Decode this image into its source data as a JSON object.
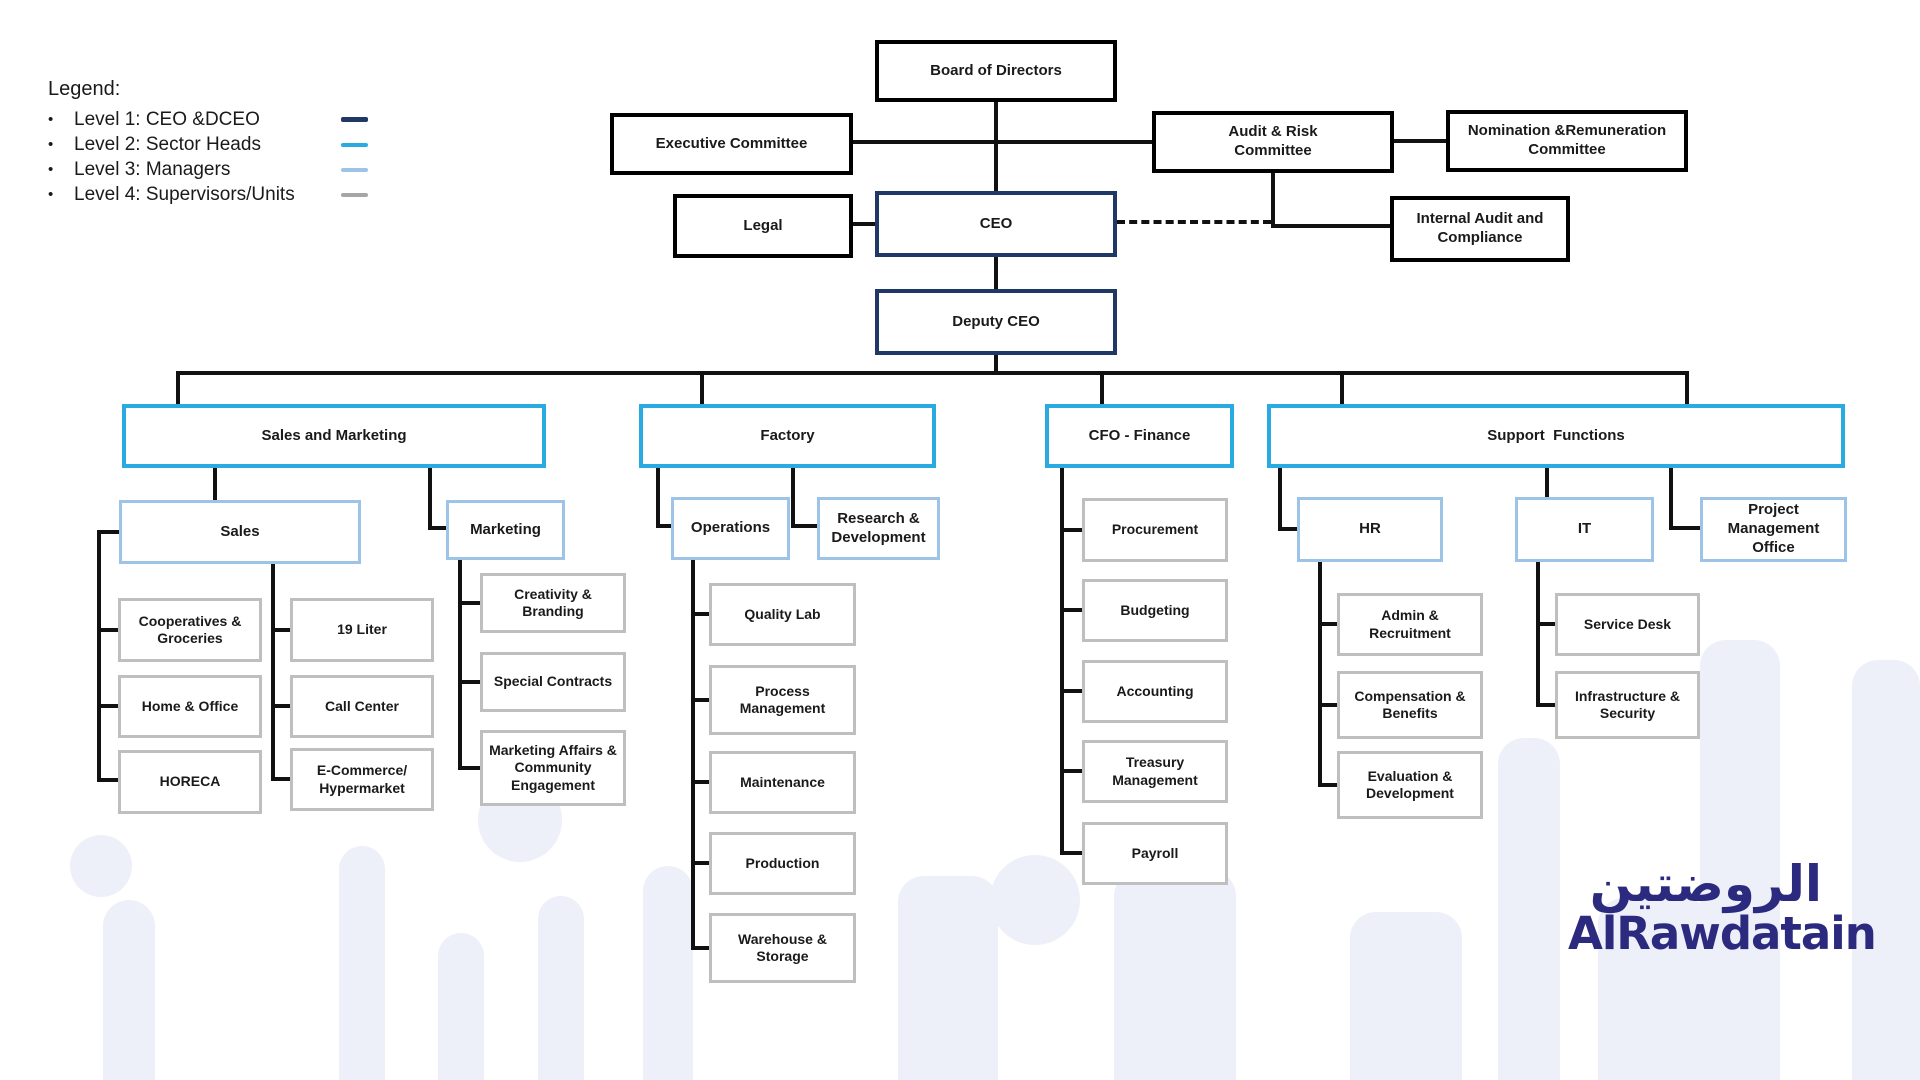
{
  "legend": {
    "title": "Legend:",
    "items": [
      {
        "label": "Level 1: CEO &DCEO",
        "color": "#1f3864"
      },
      {
        "label": "Level 2: Sector Heads",
        "color": "#29abe2"
      },
      {
        "label": "Level 3: Managers",
        "color": "#9dc3e6"
      },
      {
        "label": "Level 4: Supervisors/Units",
        "color": "#a6a6a6"
      }
    ]
  },
  "logo": {
    "arabic": "الروضتين",
    "latin": "AlRawdatain",
    "color": "#2b2a7e"
  },
  "level_colors": {
    "committees": "#000000",
    "level1": "#1f3864",
    "level2": "#29abe2",
    "level3": "#9dc3e6",
    "level4": "#bfbfbf"
  },
  "org": {
    "nodes": [
      {
        "id": "board",
        "label": "Board of Directors",
        "level": 0,
        "parent": null
      },
      {
        "id": "exec",
        "label": "Executive Committee",
        "level": 0,
        "parent": "board"
      },
      {
        "id": "audit",
        "label": "Audit & Risk\nCommittee",
        "level": 0,
        "parent": "board"
      },
      {
        "id": "nomination",
        "label": "Nomination &Remuneration\nCommittee",
        "level": 0,
        "parent": "audit"
      },
      {
        "id": "legal",
        "label": "Legal",
        "level": 0,
        "parent": "ceo"
      },
      {
        "id": "internal_audit",
        "label": "Internal Audit and\nCompliance",
        "level": 0,
        "parent": "audit"
      },
      {
        "id": "ceo",
        "label": "CEO",
        "level": 1,
        "parent": "board"
      },
      {
        "id": "dceo",
        "label": "Deputy CEO",
        "level": 1,
        "parent": "ceo"
      },
      {
        "id": "snm",
        "label": "Sales and Marketing",
        "level": 2,
        "parent": "dceo"
      },
      {
        "id": "factory",
        "label": "Factory",
        "level": 2,
        "parent": "dceo"
      },
      {
        "id": "cfo",
        "label": "CFO - Finance",
        "level": 2,
        "parent": "dceo"
      },
      {
        "id": "support",
        "label": "Support  Functions",
        "level": 2,
        "parent": "dceo"
      },
      {
        "id": "sales",
        "label": "Sales",
        "level": 3,
        "parent": "snm"
      },
      {
        "id": "marketing",
        "label": "Marketing",
        "level": 3,
        "parent": "snm"
      },
      {
        "id": "operations",
        "label": "Operations",
        "level": 3,
        "parent": "factory"
      },
      {
        "id": "rnd",
        "label": "Research &\nDevelopment",
        "level": 3,
        "parent": "factory"
      },
      {
        "id": "hr",
        "label": "HR",
        "level": 3,
        "parent": "support"
      },
      {
        "id": "it",
        "label": "IT",
        "level": 3,
        "parent": "support"
      },
      {
        "id": "pmo",
        "label": "Project Management\nOffice",
        "level": 3,
        "parent": "support"
      },
      {
        "id": "coop",
        "label": "Cooperatives &\nGroceries",
        "level": 4,
        "parent": "sales"
      },
      {
        "id": "home",
        "label": "Home & Office",
        "level": 4,
        "parent": "sales"
      },
      {
        "id": "horeca",
        "label": "HORECA",
        "level": 4,
        "parent": "sales"
      },
      {
        "id": "liter",
        "label": "19 Liter",
        "level": 4,
        "parent": "sales"
      },
      {
        "id": "callcenter",
        "label": "Call Center",
        "level": 4,
        "parent": "sales"
      },
      {
        "id": "ecom",
        "label": "E-Commerce/\nHypermarket",
        "level": 4,
        "parent": "sales"
      },
      {
        "id": "creativity",
        "label": "Creativity & Branding",
        "level": 4,
        "parent": "marketing"
      },
      {
        "id": "contracts",
        "label": "Special Contracts",
        "level": 4,
        "parent": "marketing"
      },
      {
        "id": "affairs",
        "label": "Marketing Affairs &\nCommunity\nEngagement",
        "level": 4,
        "parent": "marketing"
      },
      {
        "id": "quality",
        "label": "Quality Lab",
        "level": 4,
        "parent": "operations"
      },
      {
        "id": "process",
        "label": "Process\nManagement",
        "level": 4,
        "parent": "operations"
      },
      {
        "id": "maintenance",
        "label": "Maintenance",
        "level": 4,
        "parent": "operations"
      },
      {
        "id": "production",
        "label": "Production",
        "level": 4,
        "parent": "operations"
      },
      {
        "id": "warehouse",
        "label": "Warehouse &\nStorage",
        "level": 4,
        "parent": "operations"
      },
      {
        "id": "procurement",
        "label": "Procurement",
        "level": 4,
        "parent": "cfo"
      },
      {
        "id": "budgeting",
        "label": "Budgeting",
        "level": 4,
        "parent": "cfo"
      },
      {
        "id": "accounting",
        "label": "Accounting",
        "level": 4,
        "parent": "cfo"
      },
      {
        "id": "treasury",
        "label": "Treasury Management",
        "level": 4,
        "parent": "cfo"
      },
      {
        "id": "payroll",
        "label": "Payroll",
        "level": 4,
        "parent": "cfo"
      },
      {
        "id": "admin",
        "label": "Admin & Recruitment",
        "level": 4,
        "parent": "hr"
      },
      {
        "id": "comp",
        "label": "Compensation &\nBenefits",
        "level": 4,
        "parent": "hr"
      },
      {
        "id": "eval",
        "label": "Evaluation &\nDevelopment",
        "level": 4,
        "parent": "hr"
      },
      {
        "id": "servicedesk",
        "label": "Service Desk",
        "level": 4,
        "parent": "it"
      },
      {
        "id": "infra",
        "label": "Infrastructure &\nSecurity",
        "level": 4,
        "parent": "it"
      }
    ]
  }
}
